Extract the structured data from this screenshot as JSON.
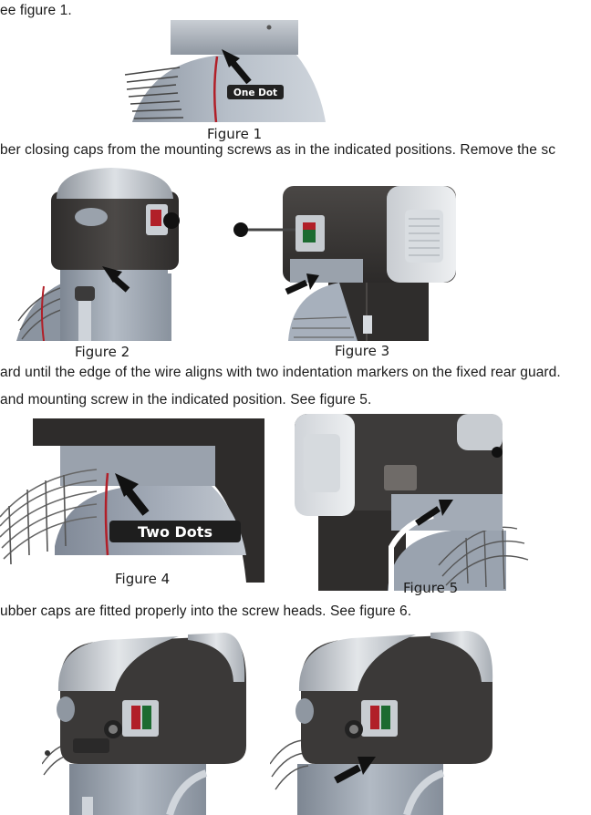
{
  "lines": {
    "l1": "ee figure 1.",
    "l2": "ber closing caps from the mounting screws as in the indicated positions. Remove the sc",
    "l3": "ard until the edge of the wire aligns with two indentation markers on the fixed rear guard.",
    "l4": "and mounting screw in the indicated position.  See figure 5.",
    "l5": "ubber caps are fitted properly into the screw heads.  See figure 6."
  },
  "captions": {
    "fig1": "Figure 1",
    "fig2": "Figure 2",
    "fig3": "Figure 3",
    "fig4": "Figure 4",
    "fig5": "Figure 5"
  },
  "labels": {
    "one_dot": "One Dot",
    "two_dots": "Two Dots"
  },
  "colors": {
    "body_dark": "#3d3b3a",
    "metal": "#a9b1bb",
    "red_line": "#b11f28",
    "arrow": "#111111"
  }
}
